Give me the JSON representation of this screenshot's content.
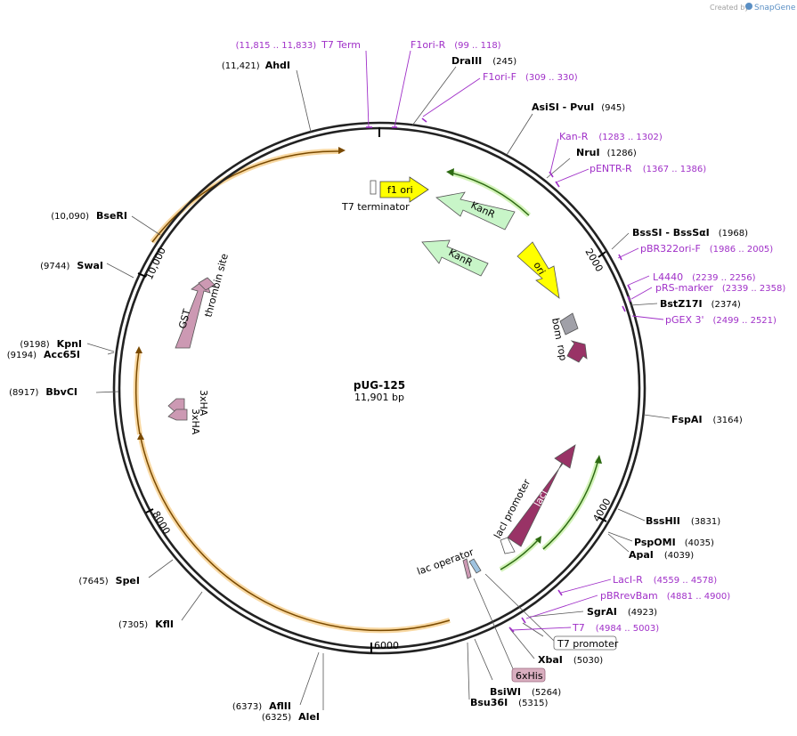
{
  "brand": {
    "prefix": "Created by",
    "name": "SnapGene"
  },
  "plasmid": {
    "name": "pUG-125",
    "size": "11,901 bp"
  },
  "ticks": [
    "2000",
    "4000",
    "6000",
    "8000",
    "10,000"
  ],
  "enzymes": [
    {
      "name": "AhdI",
      "pos": "(11,421)"
    },
    {
      "name": "DraIII",
      "pos": "(245)"
    },
    {
      "name": "AsiSI  -  PvuI",
      "pos": "(945)"
    },
    {
      "name": "NruI",
      "pos": "(1286)"
    },
    {
      "name": "BssSI  -  BssSαI",
      "pos": "(1968)"
    },
    {
      "name": "BstZ17I",
      "pos": "(2374)"
    },
    {
      "name": "FspAI",
      "pos": "(3164)"
    },
    {
      "name": "BssHII",
      "pos": "(3831)"
    },
    {
      "name": "PspOMI",
      "pos": "(4035)"
    },
    {
      "name": "ApaI",
      "pos": "(4039)"
    },
    {
      "name": "SgrAI",
      "pos": "(4923)"
    },
    {
      "name": "XbaI",
      "pos": "(5030)"
    },
    {
      "name": "BsiWI",
      "pos": "(5264)"
    },
    {
      "name": "Bsu36I",
      "pos": "(5315)"
    },
    {
      "name": "AflII",
      "pos": "(6373)"
    },
    {
      "name": "AleI",
      "pos": "(6325)"
    },
    {
      "name": "KflI",
      "pos": "(7305)"
    },
    {
      "name": "SpeI",
      "pos": "(7645)"
    },
    {
      "name": "BbvCI",
      "pos": "(8917)"
    },
    {
      "name": "KpnI",
      "pos": "(9198)"
    },
    {
      "name": "Acc65I",
      "pos": "(9194)"
    },
    {
      "name": "SwaI",
      "pos": "(9744)"
    },
    {
      "name": "BseRI",
      "pos": "(10,090)"
    }
  ],
  "primers": [
    {
      "name": "T7 Term",
      "pos": "(11,815 .. 11,833)"
    },
    {
      "name": "F1ori-R",
      "pos": "(99 .. 118)"
    },
    {
      "name": "F1ori-F",
      "pos": "(309 .. 330)"
    },
    {
      "name": "Kan-R",
      "pos": "(1283 .. 1302)"
    },
    {
      "name": "pENTR-R",
      "pos": "(1367 .. 1386)"
    },
    {
      "name": "pBR322ori-F",
      "pos": "(1986 .. 2005)"
    },
    {
      "name": "L4440",
      "pos": "(2239 .. 2256)"
    },
    {
      "name": "pRS-marker",
      "pos": "(2339 .. 2358)"
    },
    {
      "name": "pGEX 3'",
      "pos": "(2499 .. 2521)"
    },
    {
      "name": "LacI-R",
      "pos": "(4559 .. 4578)"
    },
    {
      "name": "pBRrevBam",
      "pos": "(4881 .. 4900)"
    },
    {
      "name": "T7",
      "pos": "(4984 .. 5003)"
    }
  ],
  "features": {
    "f1_ori": "f1 ori",
    "t7_terminator": "T7 terminator",
    "kanr_1": "KanR",
    "kanr_2": "KanR",
    "ori": "ori",
    "bom": "bom",
    "rop": "rop",
    "laci": "lacI",
    "laci_promoter": "lacI promoter",
    "lac_operator": "lac operator",
    "t7_promoter": "T7 promoter",
    "his_tag": "6xHis",
    "gst": "GST",
    "thrombin_site": "thrombin site",
    "ha_1": "3xHA",
    "ha_2": "3xHA"
  },
  "colors": {
    "backbone": "#222222",
    "primer": "#a030c8",
    "kanr_fill": "#c8f5c8",
    "ori_fill": "#ffff00",
    "laci_fill": "#993366",
    "gst_fill": "#cc99b3",
    "bom_fill": "#a0a0a8",
    "orf_line": "#7a4a00",
    "orf_glow": "#f5c77a",
    "green_orf": "#6fcf40"
  }
}
